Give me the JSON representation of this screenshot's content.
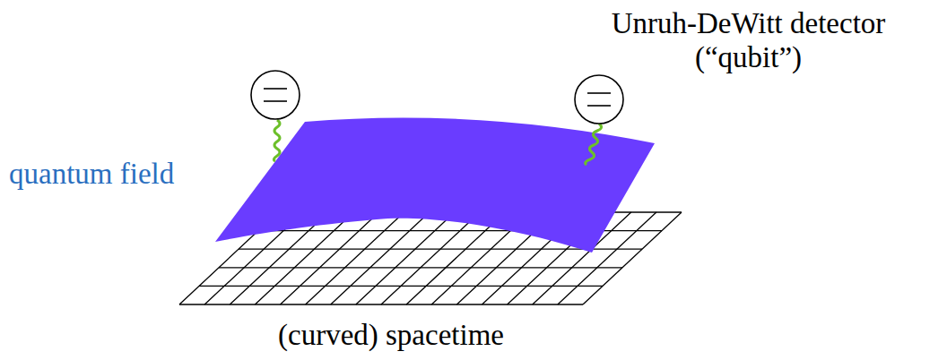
{
  "diagram": {
    "labels": [
      "Unruh-DeWitt detector (“qubit”)",
      "quantum field",
      "(curved) spacetime"
    ]
  }
}
